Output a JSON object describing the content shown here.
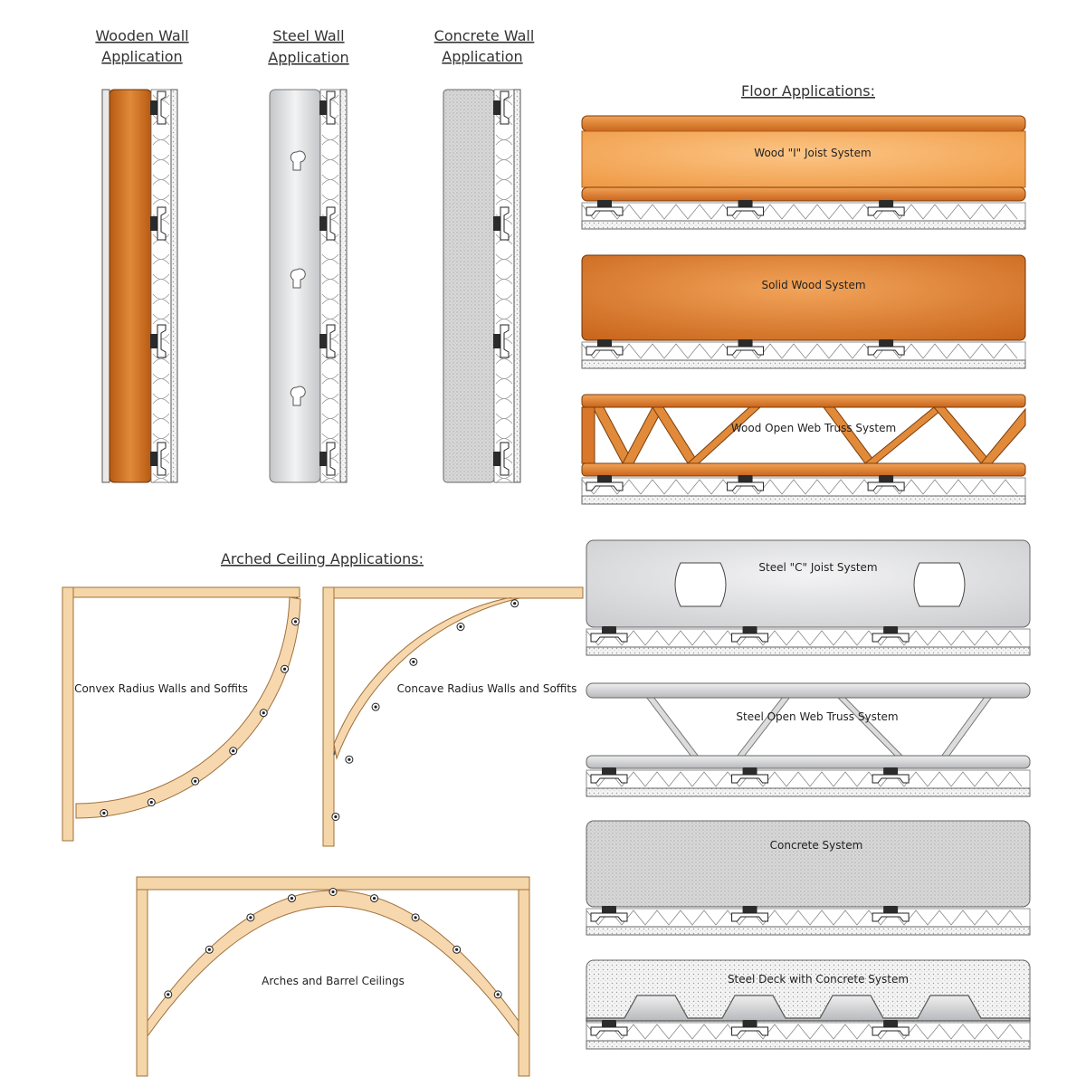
{
  "headings": {
    "wooden_wall": [
      "Wooden Wall",
      "Application"
    ],
    "steel_wall": [
      "Steel Wall",
      "Application"
    ],
    "concrete_wall": [
      "Concrete Wall",
      "Application"
    ],
    "floor": "Floor Applications:",
    "arched": "Arched Ceiling Applications:"
  },
  "floor_systems": {
    "wood_i_joist": "Wood \"I\" Joist System",
    "solid_wood": "Solid Wood System",
    "wood_truss": "Wood Open Web Truss System",
    "steel_c_joist": "Steel \"C\" Joist System",
    "steel_truss": "Steel Open Web Truss System",
    "concrete": "Concrete System",
    "steel_deck": "Steel Deck with Concrete System"
  },
  "ceiling_systems": {
    "convex": "Convex Radius Walls and Soffits",
    "concave": "Concave Radius Walls and Soffits",
    "arches": "Arches and Barrel Ceilings"
  },
  "colors": {
    "wood_dark": "#c4661a",
    "wood_light": "#f6ad62",
    "steel": "#d9dadc",
    "concrete": "#d4d4d4",
    "frame": "#f5d6a8"
  }
}
